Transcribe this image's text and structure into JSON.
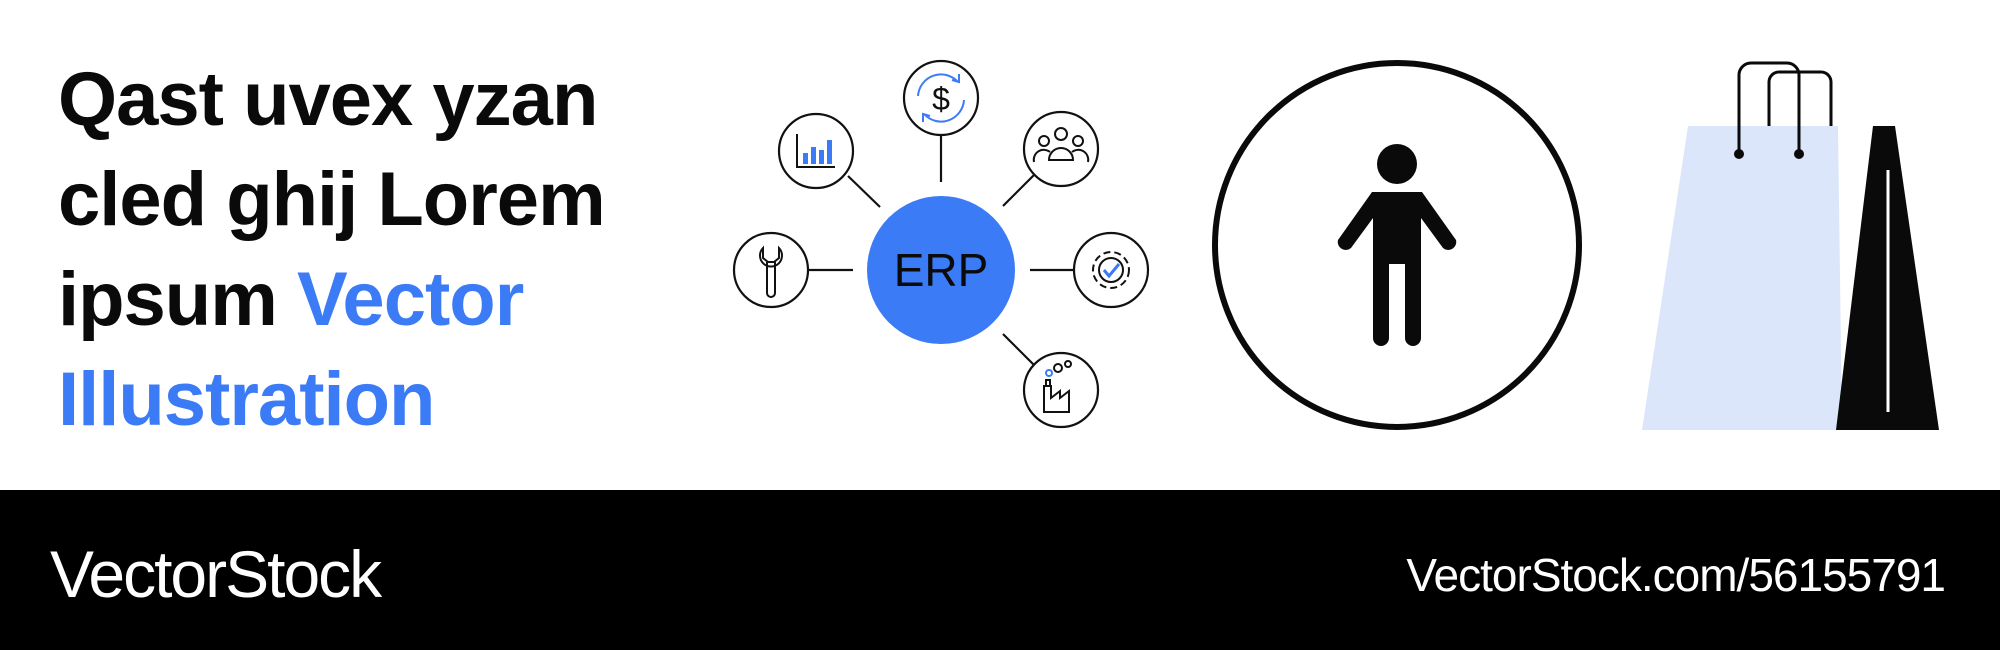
{
  "headline": {
    "dark_text": "Qast uvex yzan cled ghij Lorem ipsum",
    "accent_text": "Vector Illustration"
  },
  "diagram": {
    "center_label": "ERP",
    "nodes": [
      {
        "icon": "wrench-icon"
      },
      {
        "icon": "bar-chart-icon"
      },
      {
        "icon": "dollar-refresh-icon"
      },
      {
        "icon": "team-icon"
      },
      {
        "icon": "gear-check-icon"
      },
      {
        "icon": "factory-icon"
      }
    ]
  },
  "illustrations": {
    "person": "person-icon",
    "bag": "shopping-bag-icon"
  },
  "footer": {
    "brand": "VectorStock",
    "url": "VectorStock.com/56155791"
  },
  "colors": {
    "accent": "#3b7bf5",
    "bag_light": "#dbe6fb",
    "text": "#0a0a0a",
    "footer_bg": "#000000"
  }
}
